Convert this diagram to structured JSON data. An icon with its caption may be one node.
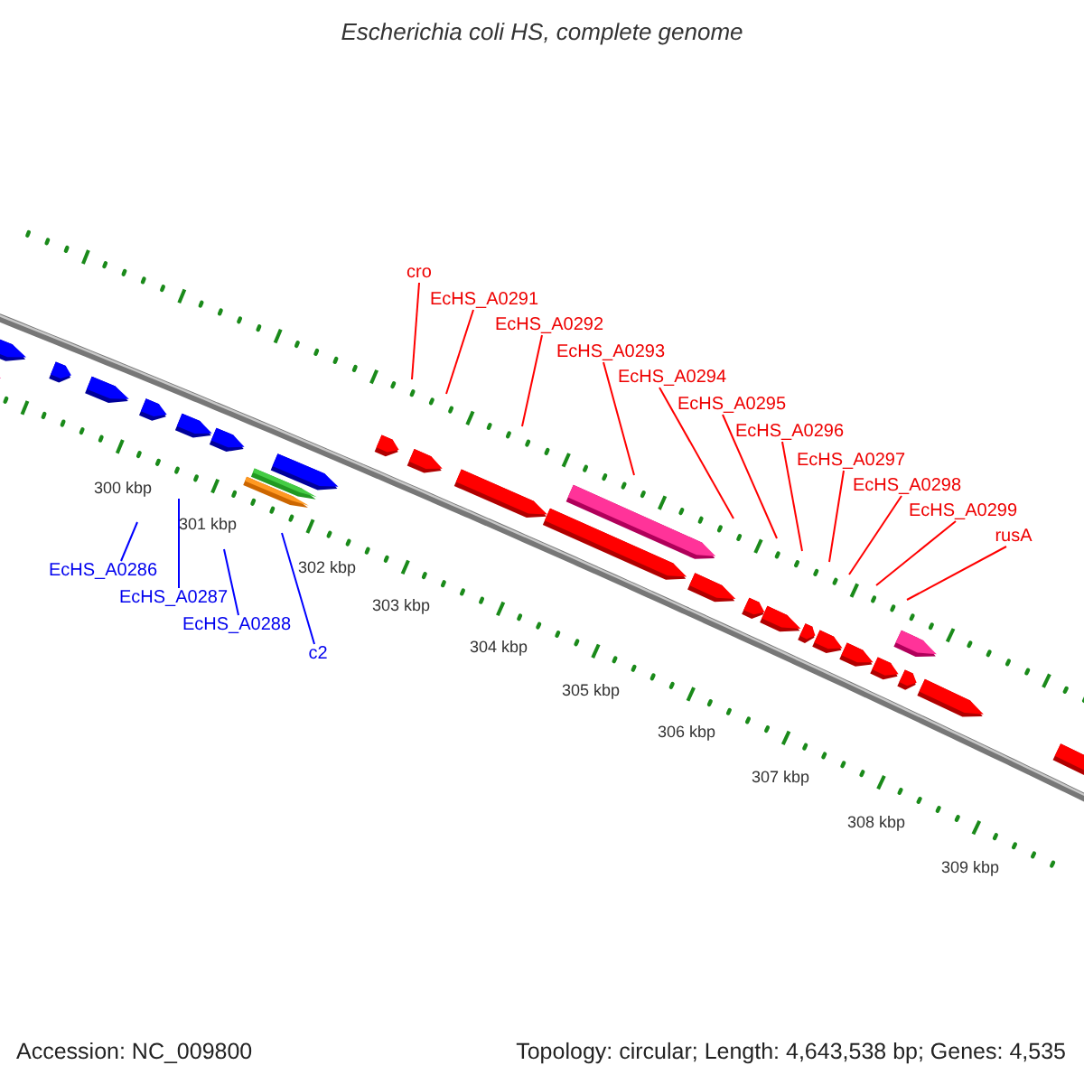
{
  "diagram": {
    "title": "Escherichia coli HS, complete genome",
    "nodes": [
      {
        "text": [
          "cro"
        ]
      },
      {
        "text": [
          "EcHS_A0291"
        ]
      },
      {
        "text": [
          "EcHS_A0292"
        ]
      },
      {
        "text": [
          "EcHS_A0293"
        ]
      },
      {
        "text": [
          "EcHS_A0294"
        ]
      },
      {
        "text": [
          "EcHS_A0295"
        ]
      },
      {
        "text": [
          "EcHS_A0296"
        ]
      },
      {
        "text": [
          "EcHS_A0297"
        ]
      },
      {
        "text": [
          "EcHS_A0298"
        ]
      },
      {
        "text": [
          "EcHS_A0299"
        ]
      },
      {
        "text": [
          "rusA"
        ]
      },
      {
        "text": [
          "EcHS_A0286"
        ]
      },
      {
        "text": [
          "EcHS_A0287"
        ]
      },
      {
        "text": [
          "EcHS_A0288"
        ]
      },
      {
        "text": [
          "c2"
        ]
      }
    ],
    "edges": [
      {
        "from": 0,
        "to": null,
        "arrow": "none"
      },
      {
        "from": 1,
        "to": null,
        "arrow": "none"
      },
      {
        "from": 2,
        "to": null,
        "arrow": "none"
      },
      {
        "from": 3,
        "to": null,
        "arrow": "none"
      },
      {
        "from": 4,
        "to": null,
        "arrow": "none"
      },
      {
        "from": 5,
        "to": null,
        "arrow": "none"
      },
      {
        "from": 6,
        "to": null,
        "arrow": "none"
      },
      {
        "from": 7,
        "to": null,
        "arrow": "none"
      },
      {
        "from": 8,
        "to": null,
        "arrow": "none"
      },
      {
        "from": 9,
        "to": null,
        "arrow": "none"
      },
      {
        "from": 10,
        "to": null,
        "arrow": "none"
      },
      {
        "from": 11,
        "to": null,
        "arrow": "none",
        "color": "#0000ff"
      },
      {
        "from": 12,
        "to": null,
        "arrow": "none",
        "color": "#0000ff"
      },
      {
        "from": 13,
        "to": null,
        "arrow": "none",
        "color": "#0000ff"
      },
      {
        "from": 14,
        "to": null,
        "arrow": "none",
        "color": "#0000ff"
      }
    ],
    "labels": [
      "300 kbp",
      "301 kbp",
      "302 kbp",
      "303 kbp",
      "304 kbp",
      "305 kbp",
      "306 kbp",
      "307 kbp",
      "308 kbp",
      "309 kbp",
      "Accession: NC_009800",
      "Topology: circular; Length: 4,643,538 bp; Genes: 4,535"
    ]
  }
}
